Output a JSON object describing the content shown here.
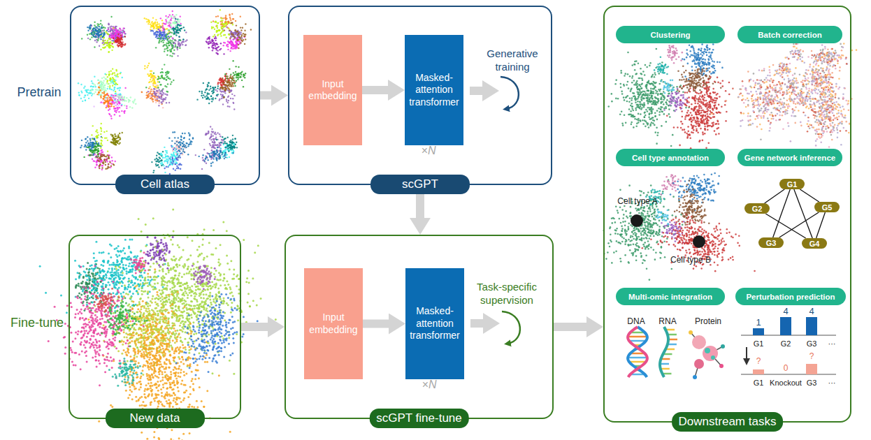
{
  "diagram": {
    "nodes": [
      {
        "text": [
          "Cell atlas"
        ]
      },
      {
        "text": [
          "scGPT",
          "Generative training"
        ]
      },
      {
        "text": [
          "Input embedding"
        ],
        "in": 1
      },
      {
        "text": [
          "Masked-attention transformer"
        ],
        "in": 1
      },
      {
        "text": [
          "New data"
        ]
      },
      {
        "text": [
          "scGPT fine-tune",
          "Task-specific supervision"
        ]
      },
      {
        "text": [
          "Input embedding"
        ],
        "in": 5
      },
      {
        "text": [
          "Masked-attention transformer"
        ],
        "in": 5
      },
      {
        "text": [
          "Downstream tasks"
        ]
      },
      {
        "text": [
          "Clustering"
        ],
        "in": 8
      },
      {
        "text": [
          "Batch correction"
        ],
        "in": 8
      },
      {
        "text": [
          "Cell type annotation"
        ],
        "in": 8
      },
      {
        "text": [
          "Gene network inference"
        ],
        "in": 8
      },
      {
        "text": [
          "Multi-omic integration"
        ],
        "in": 8
      },
      {
        "text": [
          "Perturbation prediction"
        ],
        "in": 8
      },
      {
        "text": [
          "G1"
        ],
        "in": 8
      },
      {
        "text": [
          "G2"
        ],
        "in": 8
      },
      {
        "text": [
          "G5"
        ],
        "in": 8
      },
      {
        "text": [
          "G3"
        ],
        "in": 8
      },
      {
        "text": [
          "G4"
        ],
        "in": 8
      }
    ],
    "edges": [
      {
        "from": 0,
        "to": 1,
        "arrow": "to"
      },
      {
        "from": 2,
        "to": 3,
        "arrow": "to"
      },
      {
        "from": 1,
        "to": 5,
        "arrow": "to"
      },
      {
        "from": 4,
        "to": 5,
        "arrow": "to"
      },
      {
        "from": 6,
        "to": 7,
        "arrow": "to"
      },
      {
        "from": 5,
        "to": 8,
        "arrow": "to"
      },
      {
        "from": 15,
        "to": 16,
        "arrow": "none"
      },
      {
        "from": 15,
        "to": 17,
        "arrow": "none"
      },
      {
        "from": 15,
        "to": 18,
        "arrow": "none"
      },
      {
        "from": 15,
        "to": 19,
        "arrow": "none"
      },
      {
        "from": 16,
        "to": 19,
        "arrow": "none"
      },
      {
        "from": 17,
        "to": 18,
        "arrow": "none"
      },
      {
        "from": 17,
        "to": 19,
        "arrow": "none"
      }
    ],
    "labels": [
      "Pretrain",
      "Fine-tune",
      "×N",
      "×N",
      "Cell type A",
      "Cell type B",
      "DNA",
      "RNA",
      "Protein",
      "1",
      "4",
      "4",
      "G1",
      "G2",
      "G3",
      "···",
      "?",
      "0",
      "?",
      "G1",
      "Knockout",
      "G3",
      "···"
    ]
  }
}
